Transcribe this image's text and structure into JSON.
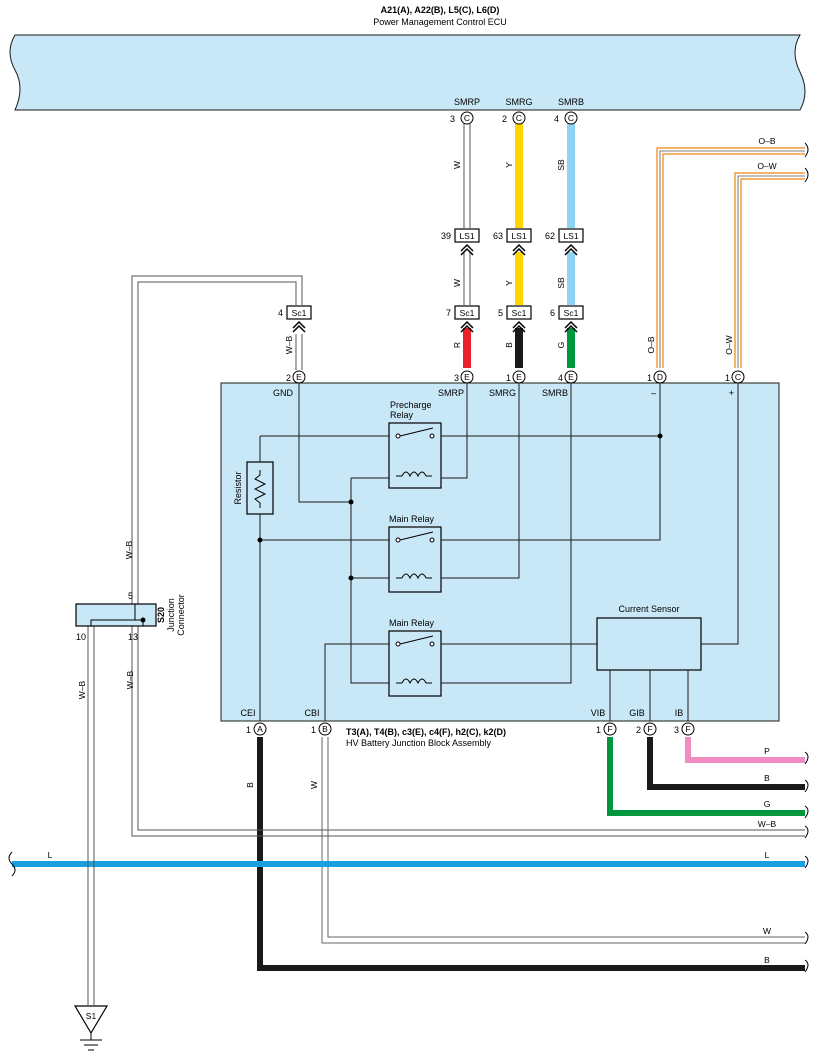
{
  "ecu": {
    "connectors": "A21(A), A22(B), L5(C), L6(D)",
    "name": "Power Management Control ECU",
    "pins": [
      {
        "pin": "3",
        "conn": "C",
        "name": "SMRP"
      },
      {
        "pin": "2",
        "conn": "C",
        "name": "SMRG"
      },
      {
        "pin": "4",
        "conn": "C",
        "name": "SMRB"
      }
    ]
  },
  "wires_upper": [
    {
      "color": "W",
      "ls_pin": "39",
      "ls": "LS1",
      "sc_pin": "7",
      "sc": "Sc1",
      "lower_color": "R",
      "hex": "#ffffff",
      "lower_hex": "#e8222a"
    },
    {
      "color": "Y",
      "ls_pin": "63",
      "ls": "LS1",
      "sc_pin": "5",
      "sc": "Sc1",
      "lower_color": "B",
      "hex": "#ffd500",
      "lower_hex": "#1a1a1a"
    },
    {
      "color": "SB",
      "ls_pin": "62",
      "ls": "LS1",
      "sc_pin": "6",
      "sc": "Sc1",
      "lower_color": "G",
      "hex": "#8fd3f0",
      "lower_hex": "#00963f"
    }
  ],
  "gnd_branch": {
    "sc_pin": "4",
    "sc": "Sc1",
    "color": "W–B"
  },
  "top_right_wires": [
    {
      "label": "O–B",
      "hex": "#f39a3a"
    },
    {
      "label": "O–W",
      "hex": "#f39a3a"
    }
  ],
  "block": {
    "connectors": "T3(A), T4(B), c3(E), c4(F), h2(C), k2(D)",
    "name": "HV Battery Junction Block Assembly",
    "top_pins": [
      {
        "pin": "2",
        "conn": "E",
        "name": "GND"
      },
      {
        "pin": "3",
        "conn": "E",
        "name": "SMRP"
      },
      {
        "pin": "1",
        "conn": "E",
        "name": "SMRG"
      },
      {
        "pin": "4",
        "conn": "E",
        "name": "SMRB"
      },
      {
        "pin": "1",
        "conn": "D",
        "name": "–",
        "wire": "O–B"
      },
      {
        "pin": "1",
        "conn": "C",
        "name": "+",
        "wire": "O–W"
      }
    ],
    "bottom_pins": [
      {
        "pin": "1",
        "conn": "A",
        "name": "CEI",
        "wire": "B"
      },
      {
        "pin": "1",
        "conn": "B",
        "name": "CBI",
        "wire": "W"
      },
      {
        "pin": "1",
        "conn": "F",
        "name": "VIB"
      },
      {
        "pin": "2",
        "conn": "F",
        "name": "GIB"
      },
      {
        "pin": "3",
        "conn": "F",
        "name": "IB"
      }
    ],
    "components": {
      "precharge_relay": [
        "Precharge",
        "Relay"
      ],
      "main_relay_1": "Main Relay",
      "main_relay_2": "Main Relay",
      "resistor": "Resistor",
      "current_sensor": "Current Sensor"
    }
  },
  "junction": {
    "id": "S20",
    "name": [
      "Junction",
      "Connector"
    ],
    "pin_top": "5",
    "pin_left": "10",
    "pin_right": "13",
    "wire_upper": "W–B",
    "wire_left": "W–B",
    "wire_right": "W–B"
  },
  "ground": {
    "label": "S1"
  },
  "bottom_right_wires": [
    {
      "label": "P",
      "hex": "#f08cc0"
    },
    {
      "label": "B",
      "hex": "#1a1a1a"
    },
    {
      "label": "G",
      "hex": "#00963f"
    },
    {
      "label": "W–B",
      "hex": "#ffffff"
    },
    {
      "label": "L",
      "hex": "#1aa0e0"
    },
    {
      "label": "W",
      "hex": "#ffffff"
    },
    {
      "label": "B",
      "hex": "#1a1a1a"
    }
  ],
  "left_bus": {
    "label": "L",
    "hex": "#1aa0e0"
  },
  "colors": {
    "box_fill": "#c9e8f7",
    "outline": "#1a1a1a"
  }
}
